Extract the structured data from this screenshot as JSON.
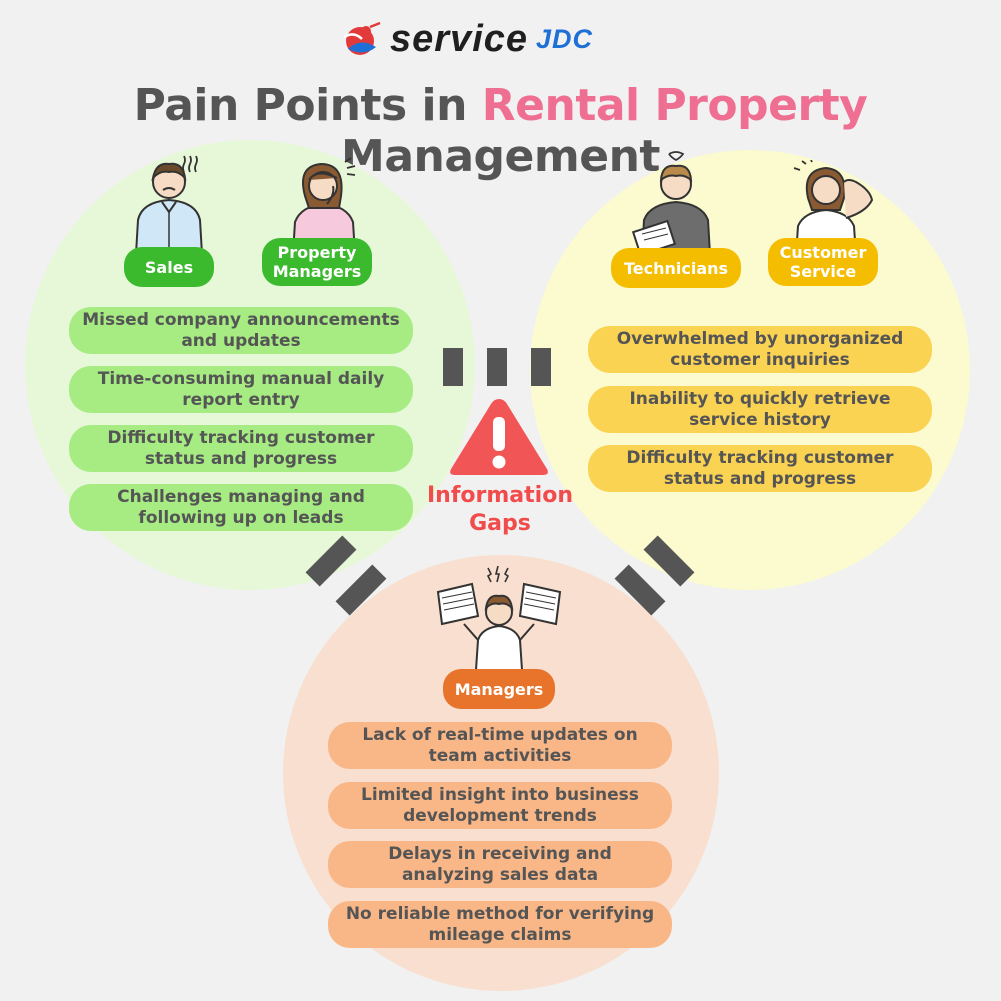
{
  "logo": {
    "text": "service",
    "suffix": "JDC",
    "accent": "#1e6fd6"
  },
  "title": {
    "part1": "Pain Points in ",
    "highlight": "Rental Property",
    "part2": " Management",
    "highlight_color": "#ef6f93"
  },
  "center": {
    "label_line1": "Information",
    "label_line2": "Gaps",
    "icon": "warning-icon",
    "color": "#f14b4b"
  },
  "groups": {
    "left": {
      "color": "#a6ec83",
      "roles": [
        "Sales",
        "Property Managers"
      ],
      "items": [
        "Missed company announcements and updates",
        "Time-consuming manual daily report entry",
        "Difficulty tracking customer status and progress",
        "Challenges managing and following up on leads"
      ]
    },
    "right": {
      "color": "#fbd352",
      "roles": [
        "Technicians",
        "Customer Service"
      ],
      "items": [
        "Overwhelmed by unorganized customer inquiries",
        "Inability to quickly retrieve service history",
        "Difficulty tracking customer status and progress"
      ]
    },
    "bottom": {
      "color": "#f9b787",
      "roles": [
        "Managers"
      ],
      "items": [
        "Lack of real-time updates on team activities",
        "Limited insight into business development trends",
        "Delays in receiving and analyzing sales data",
        "No reliable method for verifying mileage claims"
      ]
    }
  }
}
